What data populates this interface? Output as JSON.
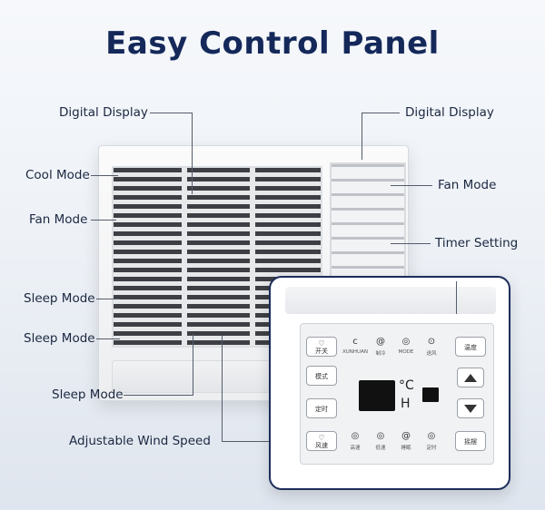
{
  "title": "Easy Control Panel",
  "callouts": {
    "left": [
      "Digital Display",
      "Cool Mode",
      "Fan Mode",
      "Sleep Mode",
      "Sleep Mode",
      "Sleep Mode",
      "Adjustable Wind Speed"
    ],
    "right": [
      "Digital Display",
      "Fan Mode",
      "Timer Setting"
    ]
  },
  "panel": {
    "indicators_top": [
      {
        "icon": "ⅽ",
        "label": "XUNHUAN"
      },
      {
        "icon": "@",
        "label": "制冷"
      },
      {
        "icon": "◎",
        "label": "MODE"
      },
      {
        "icon": "⊙",
        "label": "送风"
      }
    ],
    "indicators_bottom": [
      {
        "icon": "◎",
        "label": "高速"
      },
      {
        "icon": "◎",
        "label": "低速"
      },
      {
        "icon": "@",
        "label": "睡眠"
      },
      {
        "icon": "◎",
        "label": "定时"
      }
    ],
    "left_buttons": [
      "开关",
      "模式",
      "定时",
      "风速"
    ],
    "right_buttons": [
      "温度",
      "摇摆"
    ],
    "display_symbol": "°C",
    "display_symbol2": "H"
  },
  "colors": {
    "title": "#14285a",
    "panel_border": "#1c2d5a",
    "line": "#555d6b"
  }
}
